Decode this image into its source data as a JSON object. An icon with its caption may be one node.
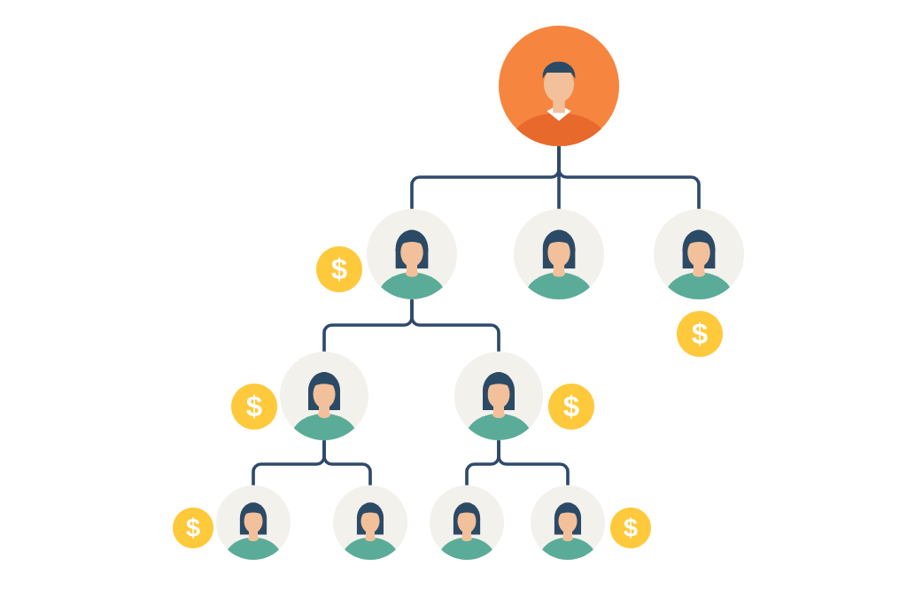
{
  "diagram": {
    "nodes": [
      {
        "text": [],
        "shape": "person"
      },
      {
        "text": [],
        "shape": "person"
      },
      {
        "text": [],
        "shape": "person"
      },
      {
        "text": [],
        "shape": "person"
      },
      {
        "text": [],
        "shape": "person"
      },
      {
        "text": [],
        "shape": "person"
      },
      {
        "text": [],
        "shape": "person"
      },
      {
        "text": [],
        "shape": "person"
      },
      {
        "text": [],
        "shape": "person"
      },
      {
        "text": [],
        "shape": "person"
      }
    ],
    "edges": [
      {
        "from": 0,
        "to": 1,
        "arrow": "none"
      },
      {
        "from": 0,
        "to": 2,
        "arrow": "none"
      },
      {
        "from": 0,
        "to": 3,
        "arrow": "none"
      },
      {
        "from": 1,
        "to": 4,
        "arrow": "none"
      },
      {
        "from": 1,
        "to": 5,
        "arrow": "none"
      },
      {
        "from": 4,
        "to": 6,
        "arrow": "none"
      },
      {
        "from": 4,
        "to": 7,
        "arrow": "none"
      },
      {
        "from": 5,
        "to": 8,
        "arrow": "none"
      },
      {
        "from": 5,
        "to": 9,
        "arrow": "none"
      }
    ],
    "labels": [
      "$",
      "$",
      "$",
      "$",
      "$",
      "$"
    ]
  }
}
